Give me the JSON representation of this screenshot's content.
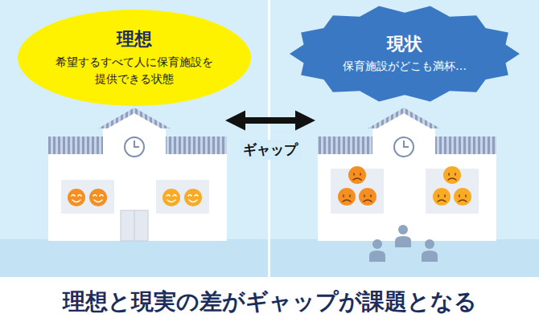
{
  "diagram": {
    "caption": "理想と現実の差がギャップが課題となる",
    "nodes": [
      {
        "text": [
          "理想",
          "希望するすべて人に保育施設を 提供できる状態"
        ]
      },
      {
        "text": [
          "現状",
          "保育施設がどこも満杯…"
        ]
      }
    ],
    "edges": [
      {
        "from": 0,
        "to": 1,
        "label": "ギャップ",
        "arrow": "both"
      }
    ]
  }
}
